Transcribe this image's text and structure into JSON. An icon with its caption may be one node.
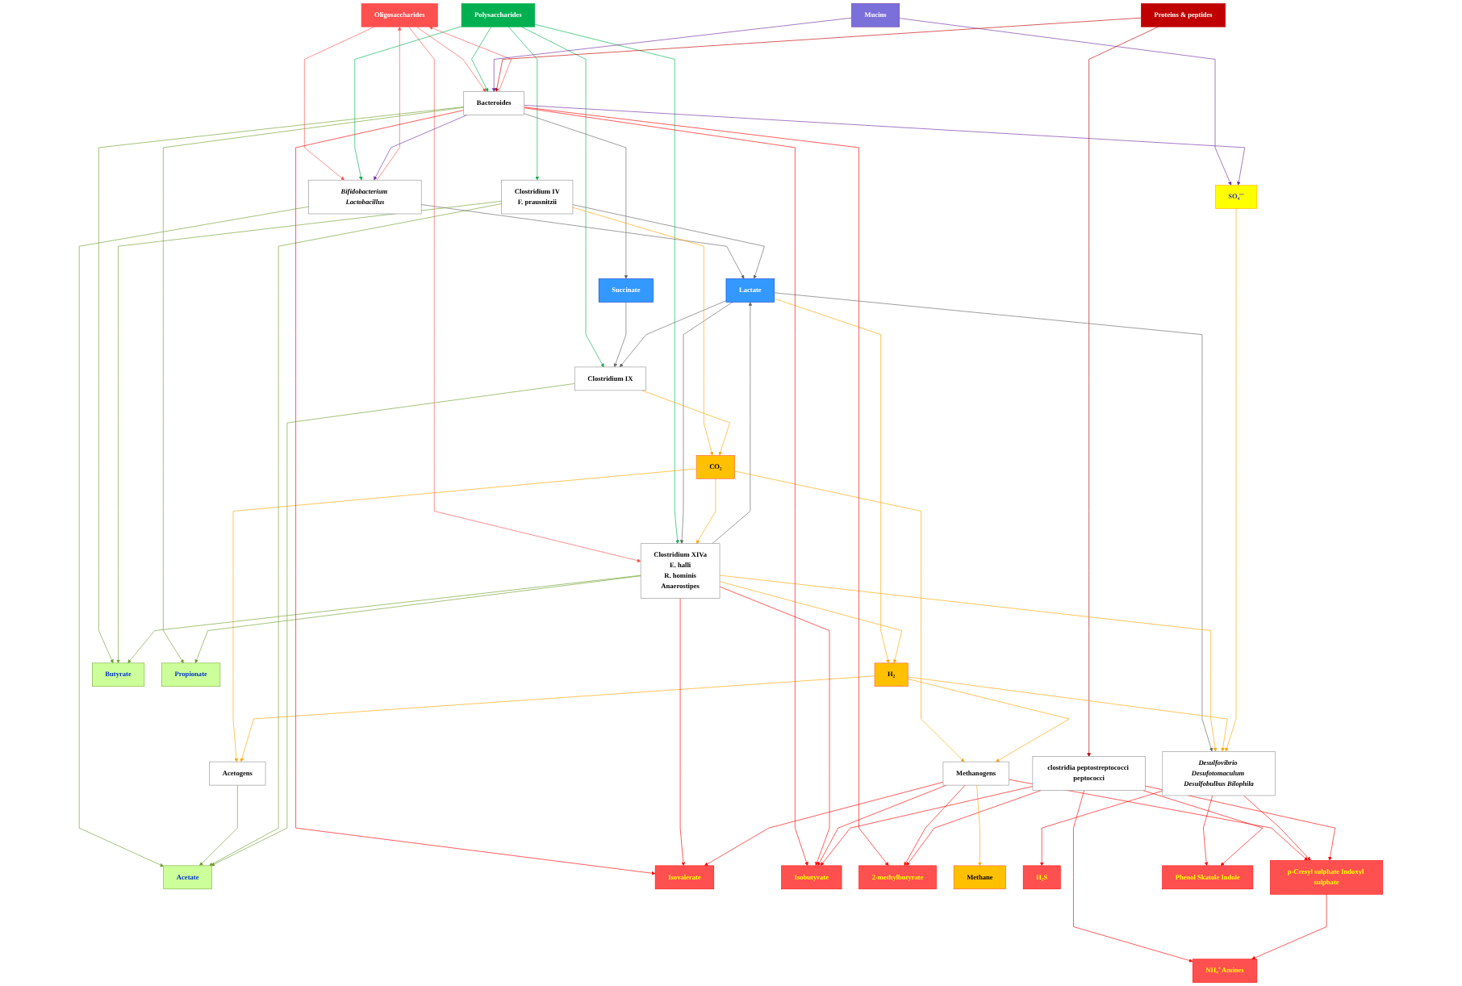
{
  "diagram": {
    "nodes": [
      {
        "text": [
          "Oligosaccharides"
        ]
      },
      {
        "text": [
          "Polysaccharides"
        ]
      },
      {
        "text": [
          "Mucins"
        ]
      },
      {
        "text": [
          "Proteins & peptides"
        ]
      },
      {
        "text": [
          "Bacteroides"
        ]
      },
      {
        "text": [
          "Bifidobacterium Lactobacillus"
        ]
      },
      {
        "text": [
          "Succinate"
        ]
      },
      {
        "text": [
          "clostridia peptostreptococci peptococci"
        ]
      },
      {
        "text": [
          "Clostridium IV",
          "F. prausnitzii"
        ]
      },
      {
        "text": [
          "Clostridium IX"
        ]
      },
      {
        "text": [
          "SO₄⁻⁻"
        ]
      },
      {
        "text": [
          "Clostridium XIVa",
          "E. halli",
          "R. hominis",
          "Anaerostipes"
        ]
      },
      {
        "text": [
          "CO₂"
        ]
      },
      {
        "text": [
          "Lactate"
        ]
      },
      {
        "text": [
          "Desulfovibrio Desufotomaculum Desulfobulbus Bilophila"
        ]
      },
      {
        "text": [
          "H₂S"
        ]
      },
      {
        "text": [
          "Acetogens"
        ]
      },
      {
        "text": [
          "H₂"
        ]
      },
      {
        "text": [
          "Methanogens"
        ]
      },
      {
        "text": [
          "Methane"
        ]
      },
      {
        "text": [
          "Acetate"
        ]
      },
      {
        "text": [
          "Butyrate"
        ]
      },
      {
        "text": [
          "Propionate"
        ]
      },
      {
        "text": [
          "Isovalerate"
        ]
      },
      {
        "text": [
          "Isobutyrate"
        ]
      },
      {
        "text": [
          "2-methylbutyrate"
        ]
      },
      {
        "text": [
          "p-Cresyl sulphate Indoxyl sulphate"
        ]
      },
      {
        "text": [
          "NH₄⁺ Amines"
        ]
      },
      {
        "text": [
          "Phenol Skatole Indole"
        ]
      }
    ],
    "edges": [
      {
        "from": 5,
        "to": 0,
        "arrow": "to",
        "color": "#ff5050"
      },
      {
        "from": 0,
        "to": 5,
        "arrow": "to",
        "color": "#ff5050"
      },
      {
        "from": 0,
        "to": 4,
        "arrow": "to",
        "color": "#ff5050"
      },
      {
        "from": 0,
        "to": 11,
        "arrow": "to",
        "color": "#ff5050"
      },
      {
        "from": 4,
        "to": 0,
        "arrow": "to",
        "color": "#ff5050"
      },
      {
        "from": 1,
        "to": 5,
        "arrow": "to",
        "color": "#00b050"
      },
      {
        "from": 1,
        "to": 4,
        "arrow": "to",
        "color": "#00b050"
      },
      {
        "from": 1,
        "to": 8,
        "arrow": "to",
        "color": "#00b050"
      },
      {
        "from": 1,
        "to": 11,
        "arrow": "to",
        "color": "#00b050"
      },
      {
        "from": 1,
        "to": 9,
        "arrow": "to",
        "color": "#00b050"
      },
      {
        "from": 2,
        "to": 4,
        "arrow": "to",
        "color": "#7030a0"
      },
      {
        "from": 2,
        "to": 10,
        "arrow": "to",
        "color": "#7030a0"
      },
      {
        "from": 4,
        "to": 10,
        "arrow": "to",
        "color": "#7030a0"
      },
      {
        "from": 4,
        "to": 5,
        "arrow": "to",
        "color": "#7030a0"
      },
      {
        "from": 3,
        "to": 4,
        "arrow": "to",
        "color": "#c00000"
      },
      {
        "from": 3,
        "to": 7,
        "arrow": "to",
        "color": "#c00000"
      },
      {
        "from": 4,
        "to": 6,
        "arrow": "to",
        "color": "#666666"
      },
      {
        "from": 6,
        "to": 9,
        "arrow": "to",
        "color": "#666666"
      },
      {
        "from": 5,
        "to": 13,
        "arrow": "to",
        "color": "#666666"
      },
      {
        "from": 8,
        "to": 13,
        "arrow": "to",
        "color": "#666666"
      },
      {
        "from": 11,
        "to": 13,
        "arrow": "to",
        "color": "#666666"
      },
      {
        "from": 13,
        "to": 11,
        "arrow": "to",
        "color": "#666666"
      },
      {
        "from": 13,
        "to": 9,
        "arrow": "to",
        "color": "#666666"
      },
      {
        "from": 13,
        "to": 14,
        "arrow": "to",
        "color": "#666666"
      },
      {
        "from": 8,
        "to": 12,
        "arrow": "to",
        "color": "#ffa500"
      },
      {
        "from": 9,
        "to": 12,
        "arrow": "to",
        "color": "#ffa500"
      },
      {
        "from": 12,
        "to": 11,
        "arrow": "to",
        "color": "#ffa500"
      },
      {
        "from": 12,
        "to": 18,
        "arrow": "to",
        "color": "#ffa500"
      },
      {
        "from": 12,
        "to": 16,
        "arrow": "to",
        "color": "#ffa500"
      },
      {
        "from": 13,
        "to": 17,
        "arrow": "to",
        "color": "#ffa500"
      },
      {
        "from": 11,
        "to": 14,
        "arrow": "to",
        "color": "#ffa500"
      },
      {
        "from": 11,
        "to": 17,
        "arrow": "to",
        "color": "#ffa500"
      },
      {
        "from": 17,
        "to": 16,
        "arrow": "to",
        "color": "#ffa500"
      },
      {
        "from": 17,
        "to": 14,
        "arrow": "to",
        "color": "#ffa500"
      },
      {
        "from": 17,
        "to": 18,
        "arrow": "to",
        "color": "#ffa500"
      },
      {
        "from": 18,
        "to": 19,
        "arrow": "to",
        "color": "#ffa500"
      },
      {
        "from": 10,
        "to": 14,
        "arrow": "to",
        "color": "#ffa500"
      },
      {
        "from": 5,
        "to": 20,
        "arrow": "to",
        "color": "#70a030"
      },
      {
        "from": 4,
        "to": 22,
        "arrow": "to",
        "color": "#70a030"
      },
      {
        "from": 4,
        "to": 21,
        "arrow": "to",
        "color": "#70a030"
      },
      {
        "from": 16,
        "to": 20,
        "arrow": "to",
        "color": "#70a030"
      },
      {
        "from": 8,
        "to": 20,
        "arrow": "to",
        "color": "#70a030"
      },
      {
        "from": 8,
        "to": 21,
        "arrow": "to",
        "color": "#70a030"
      },
      {
        "from": 11,
        "to": 21,
        "arrow": "to",
        "color": "#70a030"
      },
      {
        "from": 11,
        "to": 22,
        "arrow": "to",
        "color": "#70a030"
      },
      {
        "from": 9,
        "to": 20,
        "arrow": "to",
        "color": "#70a030"
      },
      {
        "from": 14,
        "to": 15,
        "arrow": "to"
      },
      {
        "from": 4,
        "to": 23,
        "arrow": "to"
      },
      {
        "from": 4,
        "to": 24,
        "arrow": "to"
      },
      {
        "from": 4,
        "to": 25,
        "arrow": "to"
      },
      {
        "from": 11,
        "to": 23,
        "arrow": "to"
      },
      {
        "from": 11,
        "to": 24,
        "arrow": "to"
      },
      {
        "from": 18,
        "to": 23,
        "arrow": "to"
      },
      {
        "from": 18,
        "to": 24,
        "arrow": "to"
      },
      {
        "from": 18,
        "to": 25,
        "arrow": "to"
      },
      {
        "from": 18,
        "to": 26,
        "arrow": "to"
      },
      {
        "from": 14,
        "to": 26,
        "arrow": "to"
      },
      {
        "from": 14,
        "to": 28,
        "arrow": "to"
      },
      {
        "from": 7,
        "to": 26,
        "arrow": "to"
      },
      {
        "from": 7,
        "to": 27,
        "arrow": "to"
      },
      {
        "from": 7,
        "to": 28,
        "arrow": "to"
      },
      {
        "from": 7,
        "to": 25,
        "arrow": "to"
      },
      {
        "from": 7,
        "to": 24,
        "arrow": "to"
      },
      {
        "from": 26,
        "to": 27,
        "arrow": "to"
      }
    ]
  }
}
